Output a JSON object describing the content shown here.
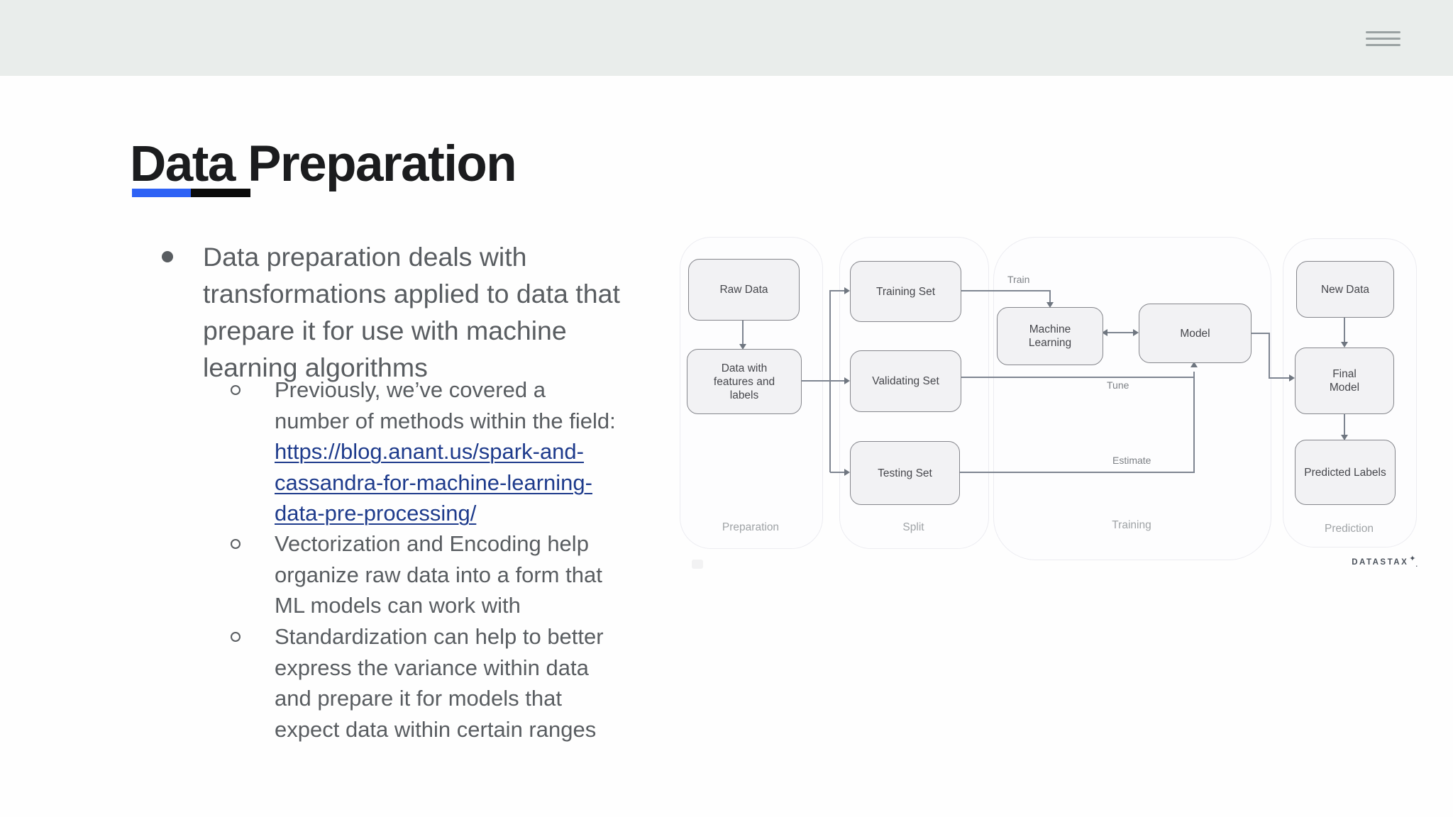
{
  "topbar": {
    "menu_icon": "hamburger-icon"
  },
  "colors": {
    "topbar_bg": "#e9edeb",
    "accent_blue": "#2e62f5",
    "accent_black": "#0b0b0b",
    "link": "#1e3b8c",
    "body_text": "#595d61"
  },
  "slide": {
    "title": "Data Preparation",
    "bullets": {
      "main": {
        "lines": [
          "Data preparation deals with",
          "transformations applied to data that",
          "prepare it for use with machine",
          "learning algorithms"
        ]
      },
      "sub1": {
        "lines": [
          "Previously, we’ve covered a",
          "number of methods within the field:"
        ],
        "link_lines": [
          "https://blog.anant.us/spark-and-",
          "cassandra-for-machine-learning-",
          "data-pre-processing/"
        ]
      },
      "sub2": {
        "lines": [
          "Vectorization and Encoding help",
          "organize raw data into a form that",
          "ML models can work with"
        ]
      },
      "sub3": {
        "lines": [
          "Standardization can help to better",
          "express the variance within data",
          "and prepare it for models that",
          "expect data within certain ranges"
        ]
      }
    }
  },
  "diagram": {
    "groups": {
      "preparation": "Preparation",
      "split": "Split",
      "training": "Training",
      "prediction": "Prediction"
    },
    "nodes": {
      "raw_data": {
        "lines": [
          "Raw Data"
        ]
      },
      "data_features": {
        "lines": [
          "Data with",
          "features and",
          "labels"
        ]
      },
      "training_set": {
        "lines": [
          "Training Set"
        ]
      },
      "validating_set": {
        "lines": [
          "Validating Set"
        ]
      },
      "testing_set": {
        "lines": [
          "Testing Set"
        ]
      },
      "machine_learning": {
        "lines": [
          "Machine",
          "Learning"
        ]
      },
      "model": {
        "lines": [
          "Model"
        ]
      },
      "new_data": {
        "lines": [
          "New Data"
        ]
      },
      "final_model": {
        "lines": [
          "Final",
          "Model"
        ]
      },
      "predicted_labels": {
        "lines": [
          "Predicted Labels"
        ]
      }
    },
    "edge_labels": {
      "train": "Train",
      "tune": "Tune",
      "estimate": "Estimate"
    },
    "logo": {
      "text": "DATASTAX",
      "sparkle": "✦",
      "sparkle_dot": "."
    }
  }
}
